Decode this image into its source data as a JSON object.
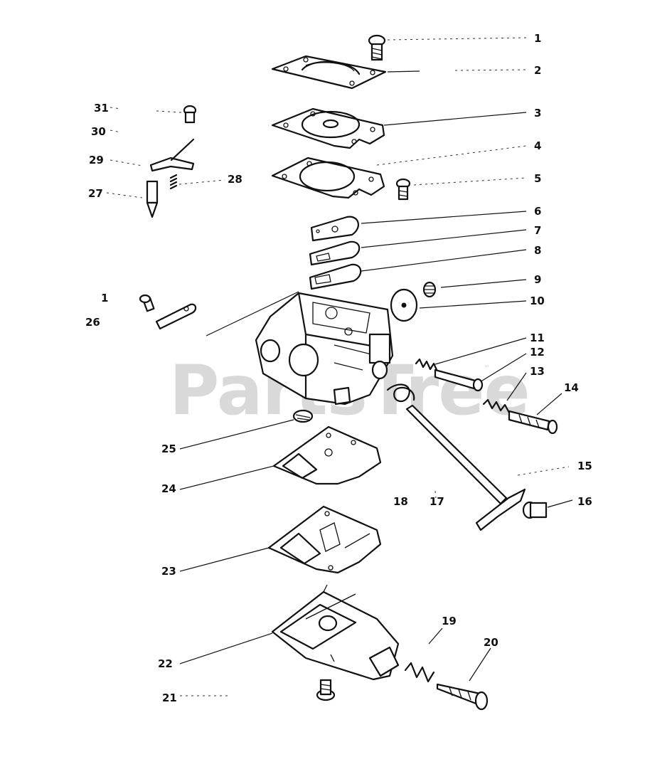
{
  "watermark": {
    "text": "PartsTree",
    "trademark": "™"
  },
  "callouts": [
    {
      "id": "p1",
      "text": "1"
    },
    {
      "id": "p2",
      "text": "2"
    },
    {
      "id": "p3",
      "text": "3"
    },
    {
      "id": "p4",
      "text": "4"
    },
    {
      "id": "p5",
      "text": "5"
    },
    {
      "id": "p6",
      "text": "6"
    },
    {
      "id": "p7",
      "text": "7"
    },
    {
      "id": "p8",
      "text": "8"
    },
    {
      "id": "p9",
      "text": "9"
    },
    {
      "id": "p10",
      "text": "10"
    },
    {
      "id": "p11",
      "text": "11"
    },
    {
      "id": "p12",
      "text": "12"
    },
    {
      "id": "p13",
      "text": "13"
    },
    {
      "id": "p14",
      "text": "14"
    },
    {
      "id": "p15",
      "text": "15"
    },
    {
      "id": "p16",
      "text": "16"
    },
    {
      "id": "p17",
      "text": "17"
    },
    {
      "id": "p18",
      "text": "18"
    },
    {
      "id": "p19",
      "text": "19"
    },
    {
      "id": "p20",
      "text": "20"
    },
    {
      "id": "p21",
      "text": "21"
    },
    {
      "id": "p22",
      "text": "22"
    },
    {
      "id": "p23",
      "text": "23"
    },
    {
      "id": "p24",
      "text": "24"
    },
    {
      "id": "p25",
      "text": "25"
    },
    {
      "id": "p26",
      "text": "26"
    },
    {
      "id": "p27",
      "text": "27"
    },
    {
      "id": "p28",
      "text": "28"
    },
    {
      "id": "p29",
      "text": "29"
    },
    {
      "id": "p30",
      "text": "30"
    },
    {
      "id": "p31",
      "text": "31"
    },
    {
      "id": "p1b",
      "text": "1"
    }
  ]
}
